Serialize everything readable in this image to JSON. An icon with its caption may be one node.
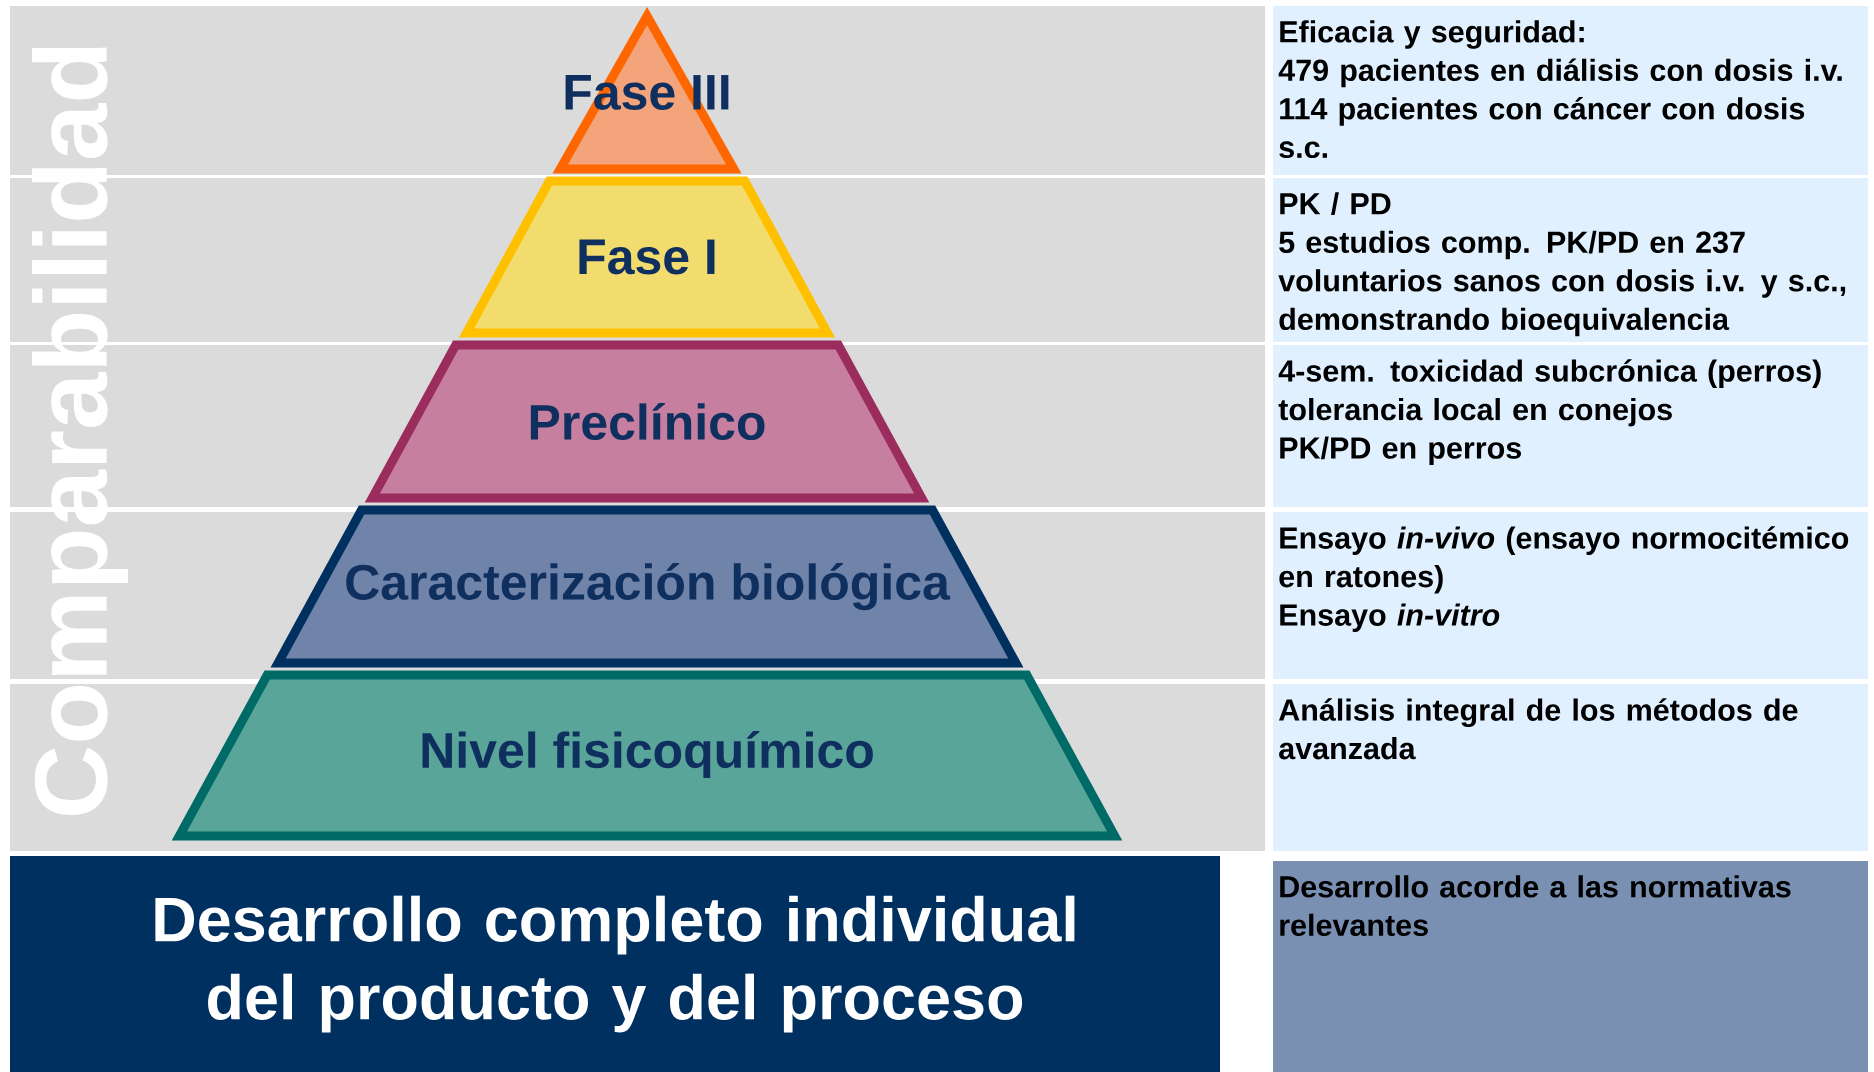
{
  "diagram": {
    "nodes": [
      {
        "text": [
          "Fase III"
        ]
      },
      {
        "text": [
          "Fase I"
        ]
      },
      {
        "text": [
          "Preclínico"
        ]
      },
      {
        "text": [
          "Caracterización biológica"
        ]
      },
      {
        "text": [
          "Nivel fisicoquímico"
        ]
      },
      {
        "text": [
          "Desarrollo completo individual del producto y del proceso"
        ]
      },
      {
        "text": [
          "Eficacia y seguridad:",
          "479 pacientes en diálisis con dosis i.v.",
          "114 pacientes con cáncer con dosis s.c."
        ]
      },
      {
        "text": [
          "PK / PD",
          "5 estudios comp. PK/PD en 237 voluntarios sanos con dosis i.v. y s.c., demonstrando bioequivalencia"
        ]
      },
      {
        "text": [
          "4-sem. toxicidad subcrónica (perros)",
          "tolerancia local en conejos",
          "PK/PD en perros"
        ]
      },
      {
        "text": [
          "Ensayo *in-vivo* (ensayo normocitémico en ratones)",
          "Ensayo *in-vitro*"
        ]
      },
      {
        "text": [
          "Análisis integral de los métodos de avanzada"
        ]
      },
      {
        "text": [
          "Desarrollo acorde a las normativas relevantes"
        ]
      }
    ],
    "labels": [
      "Comparabilidad"
    ]
  }
}
